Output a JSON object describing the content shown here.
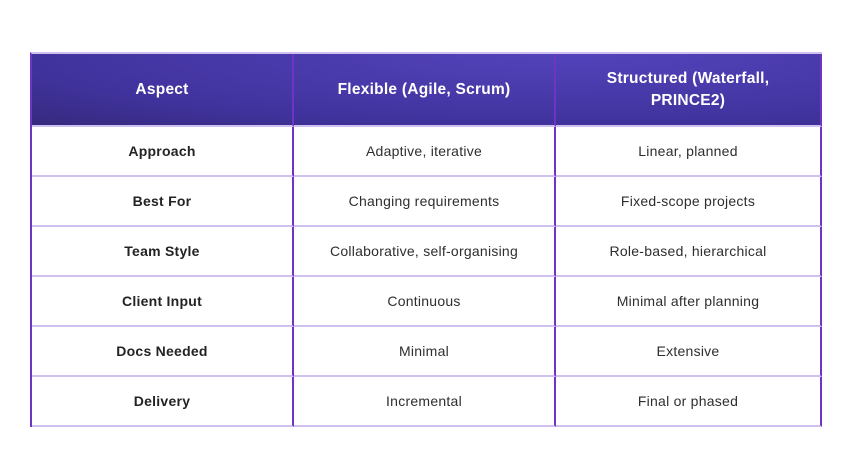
{
  "chart_data": {
    "type": "table",
    "title": "",
    "columns": [
      "Aspect",
      "Flexible (Agile, Scrum)",
      "Structured (Waterfall, PRINCE2)"
    ],
    "rows": [
      {
        "label": "Approach",
        "flexible": "Adaptive, iterative",
        "structured": "Linear, planned"
      },
      {
        "label": "Best For",
        "flexible": "Changing requirements",
        "structured": "Fixed-scope projects"
      },
      {
        "label": "Team Style",
        "flexible": "Collaborative, self-organising",
        "structured": "Role-based, hierarchical"
      },
      {
        "label": "Client Input",
        "flexible": "Continuous",
        "structured": "Minimal after planning"
      },
      {
        "label": "Docs Needed",
        "flexible": "Minimal",
        "structured": "Extensive"
      },
      {
        "label": "Delivery",
        "flexible": "Incremental",
        "structured": "Final or phased"
      }
    ]
  },
  "colors": {
    "header_gradient_start": "#5343bb",
    "header_gradient_mid": "#41339e",
    "header_gradient_end": "#2c2266",
    "vertical_border": "#7133c4",
    "horizontal_border": "#cfc0f0",
    "header_text": "#ffffff",
    "body_text": "#2e2e2e",
    "label_text": "#232323",
    "page_background": "#ffffff"
  }
}
